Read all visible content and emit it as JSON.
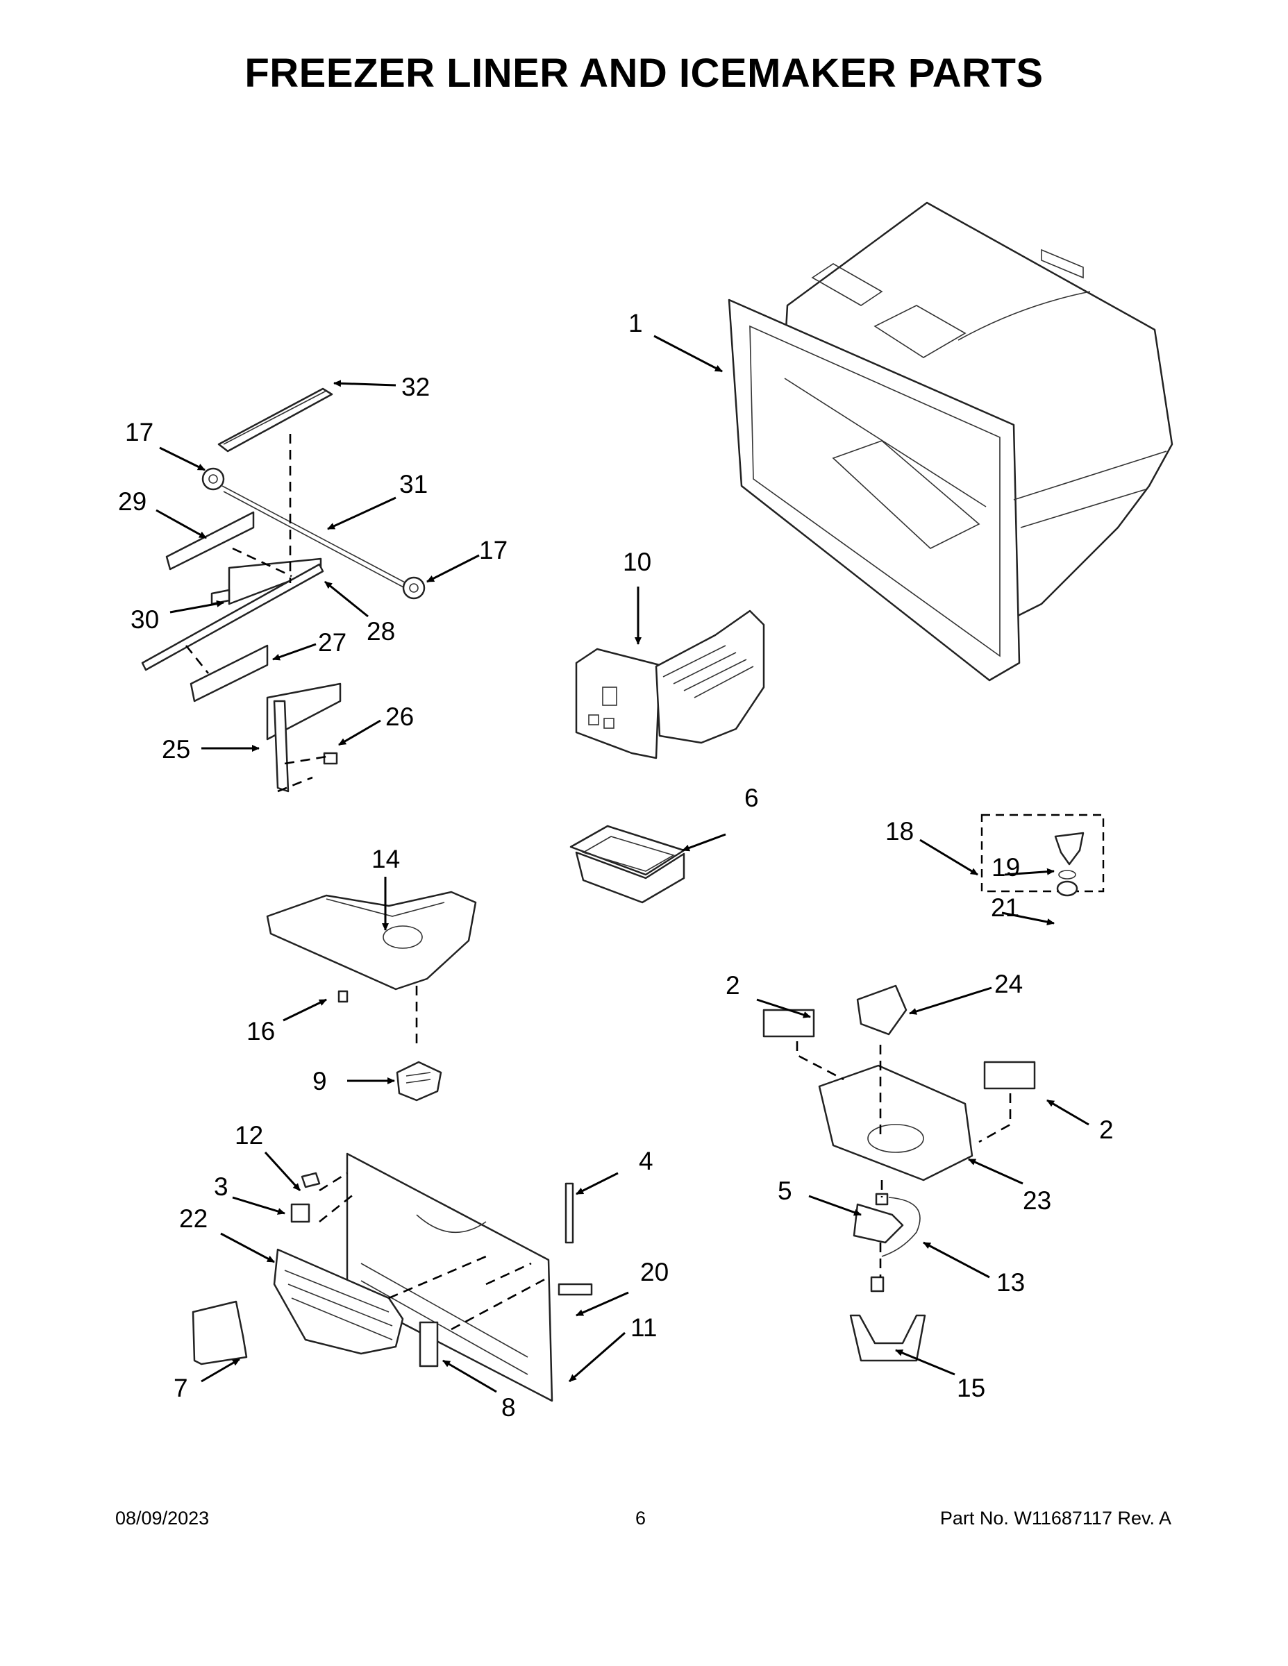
{
  "title": "FREEZER LINER AND ICEMAKER PARTS",
  "footer": {
    "date": "08/09/2023",
    "page": "6",
    "part": "Part No.  W11687117  Rev.  A"
  },
  "callouts": [
    "1",
    "2",
    "3",
    "4",
    "5",
    "6",
    "7",
    "8",
    "9",
    "10",
    "11",
    "12",
    "13",
    "14",
    "15",
    "16",
    "17",
    "18",
    "19",
    "20",
    "21",
    "22",
    "23",
    "24",
    "25",
    "26",
    "27",
    "28",
    "29",
    "30",
    "31",
    "32"
  ]
}
